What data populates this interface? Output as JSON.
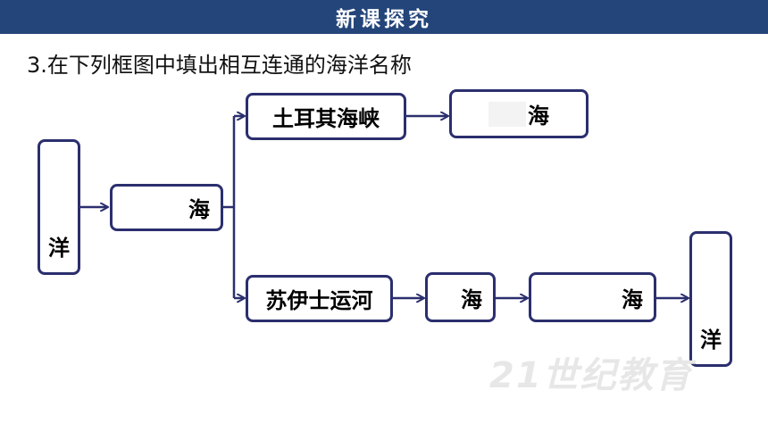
{
  "header": {
    "title": "新课探究"
  },
  "question": {
    "text": "3.在下列框图中填出相互连通的海洋名称"
  },
  "boxes": {
    "left_ocean": "洋",
    "sea_1": "海",
    "turkish_strait": "土耳其海峡",
    "sea_top": "海",
    "suez_canal": "苏伊士运河",
    "sea_3": "海",
    "sea_4": "海",
    "right_ocean": "洋"
  },
  "watermark": {
    "text": "21世纪教育"
  },
  "colors": {
    "header_bg": "#24457a",
    "box_border": "#2b2f6e",
    "arrow": "#2b2f6e"
  }
}
